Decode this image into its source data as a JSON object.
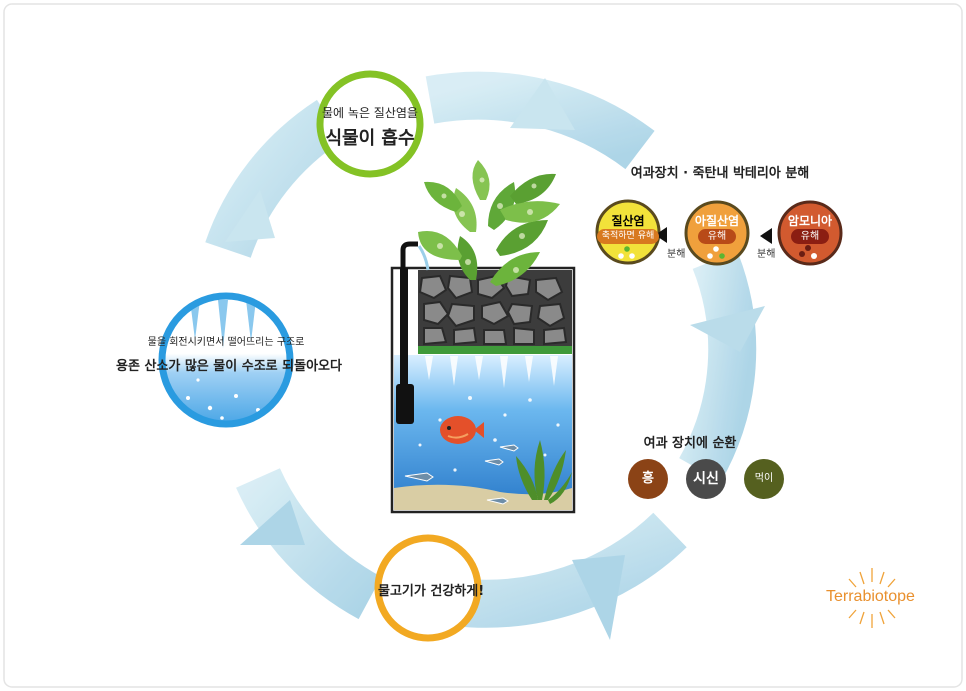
{
  "plant_circle": {
    "line1": "물에 녹은 질산염을",
    "line2": "식물이 흡수"
  },
  "bacteria": {
    "title": "여과장치 · 죽탄내 박테리아 분해",
    "items": [
      {
        "name": "질산염",
        "pill": "축적하면 유해"
      },
      {
        "name": "아질산염",
        "pill": "유해"
      },
      {
        "name": "암모니아",
        "pill": "유해"
      }
    ],
    "arrow_label": "분해"
  },
  "oxygen_circle": {
    "line1": "물을 회전시키면서 떨어뜨리는 구조로",
    "line2": "용존 산소가 많은 물이 수조로 되돌아오다"
  },
  "fish_circle": {
    "text": "물고기가 건강하게!"
  },
  "cycle": {
    "title": "여과 장치에 순환",
    "items": [
      {
        "label": "흥",
        "color": "#8b4316"
      },
      {
        "label": "시신",
        "color": "#4a4a4a"
      },
      {
        "label": "먹이",
        "color": "#55601f"
      }
    ]
  },
  "brand": {
    "name": "Terrabiotope"
  },
  "colors": {
    "ring": "#b5dcea",
    "green": "#84c225",
    "blue": "#2a9be0",
    "yellow": "#f2a922",
    "water": "#3f9fe6"
  }
}
